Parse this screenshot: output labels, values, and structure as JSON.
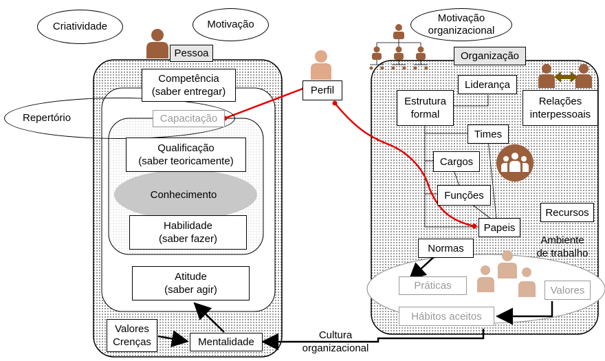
{
  "person_side": {
    "ellipses": {
      "criatividade": "Criatividade",
      "motivacao": "Motivação",
      "repertorio": "Repertório"
    },
    "pessoa": "Pessoa",
    "competencia": "Competência\n(saber entregar)",
    "capacitacao": "Capacitação",
    "qualificacao": "Qualificação\n(saber teoricamente)",
    "conhecimento": "Conhecimento",
    "habilidade": "Habilidade\n(saber fazer)",
    "atitude": "Atitude\n(saber agir)",
    "valores_crencas": "Valores\nCrenças",
    "mentalidade": "Mentalidade"
  },
  "perfil": "Perfil",
  "org_side": {
    "motivacao_org": "Motivação\norganizacional",
    "organizacao": "Organização",
    "lideranca": "Liderança",
    "estrutura_formal": "Estrutura\nformal",
    "relacoes": "Relações\ninterpessoais",
    "times": "Times",
    "cargos": "Cargos",
    "funcoes": "Funções",
    "papeis": "Papeis",
    "recursos": "Recursos",
    "normas": "Normas",
    "ambiente": "Ambiente\nde trabalho",
    "praticas": "Práticas",
    "valores": "Valores",
    "habitos": "Hábitos aceitos"
  },
  "cultura": "Cultura\norganizacional",
  "colors": {
    "red": "#e60000",
    "person": "#9c5f3c",
    "person_light": "#d9b29a",
    "arrow": "#7a5a00"
  }
}
